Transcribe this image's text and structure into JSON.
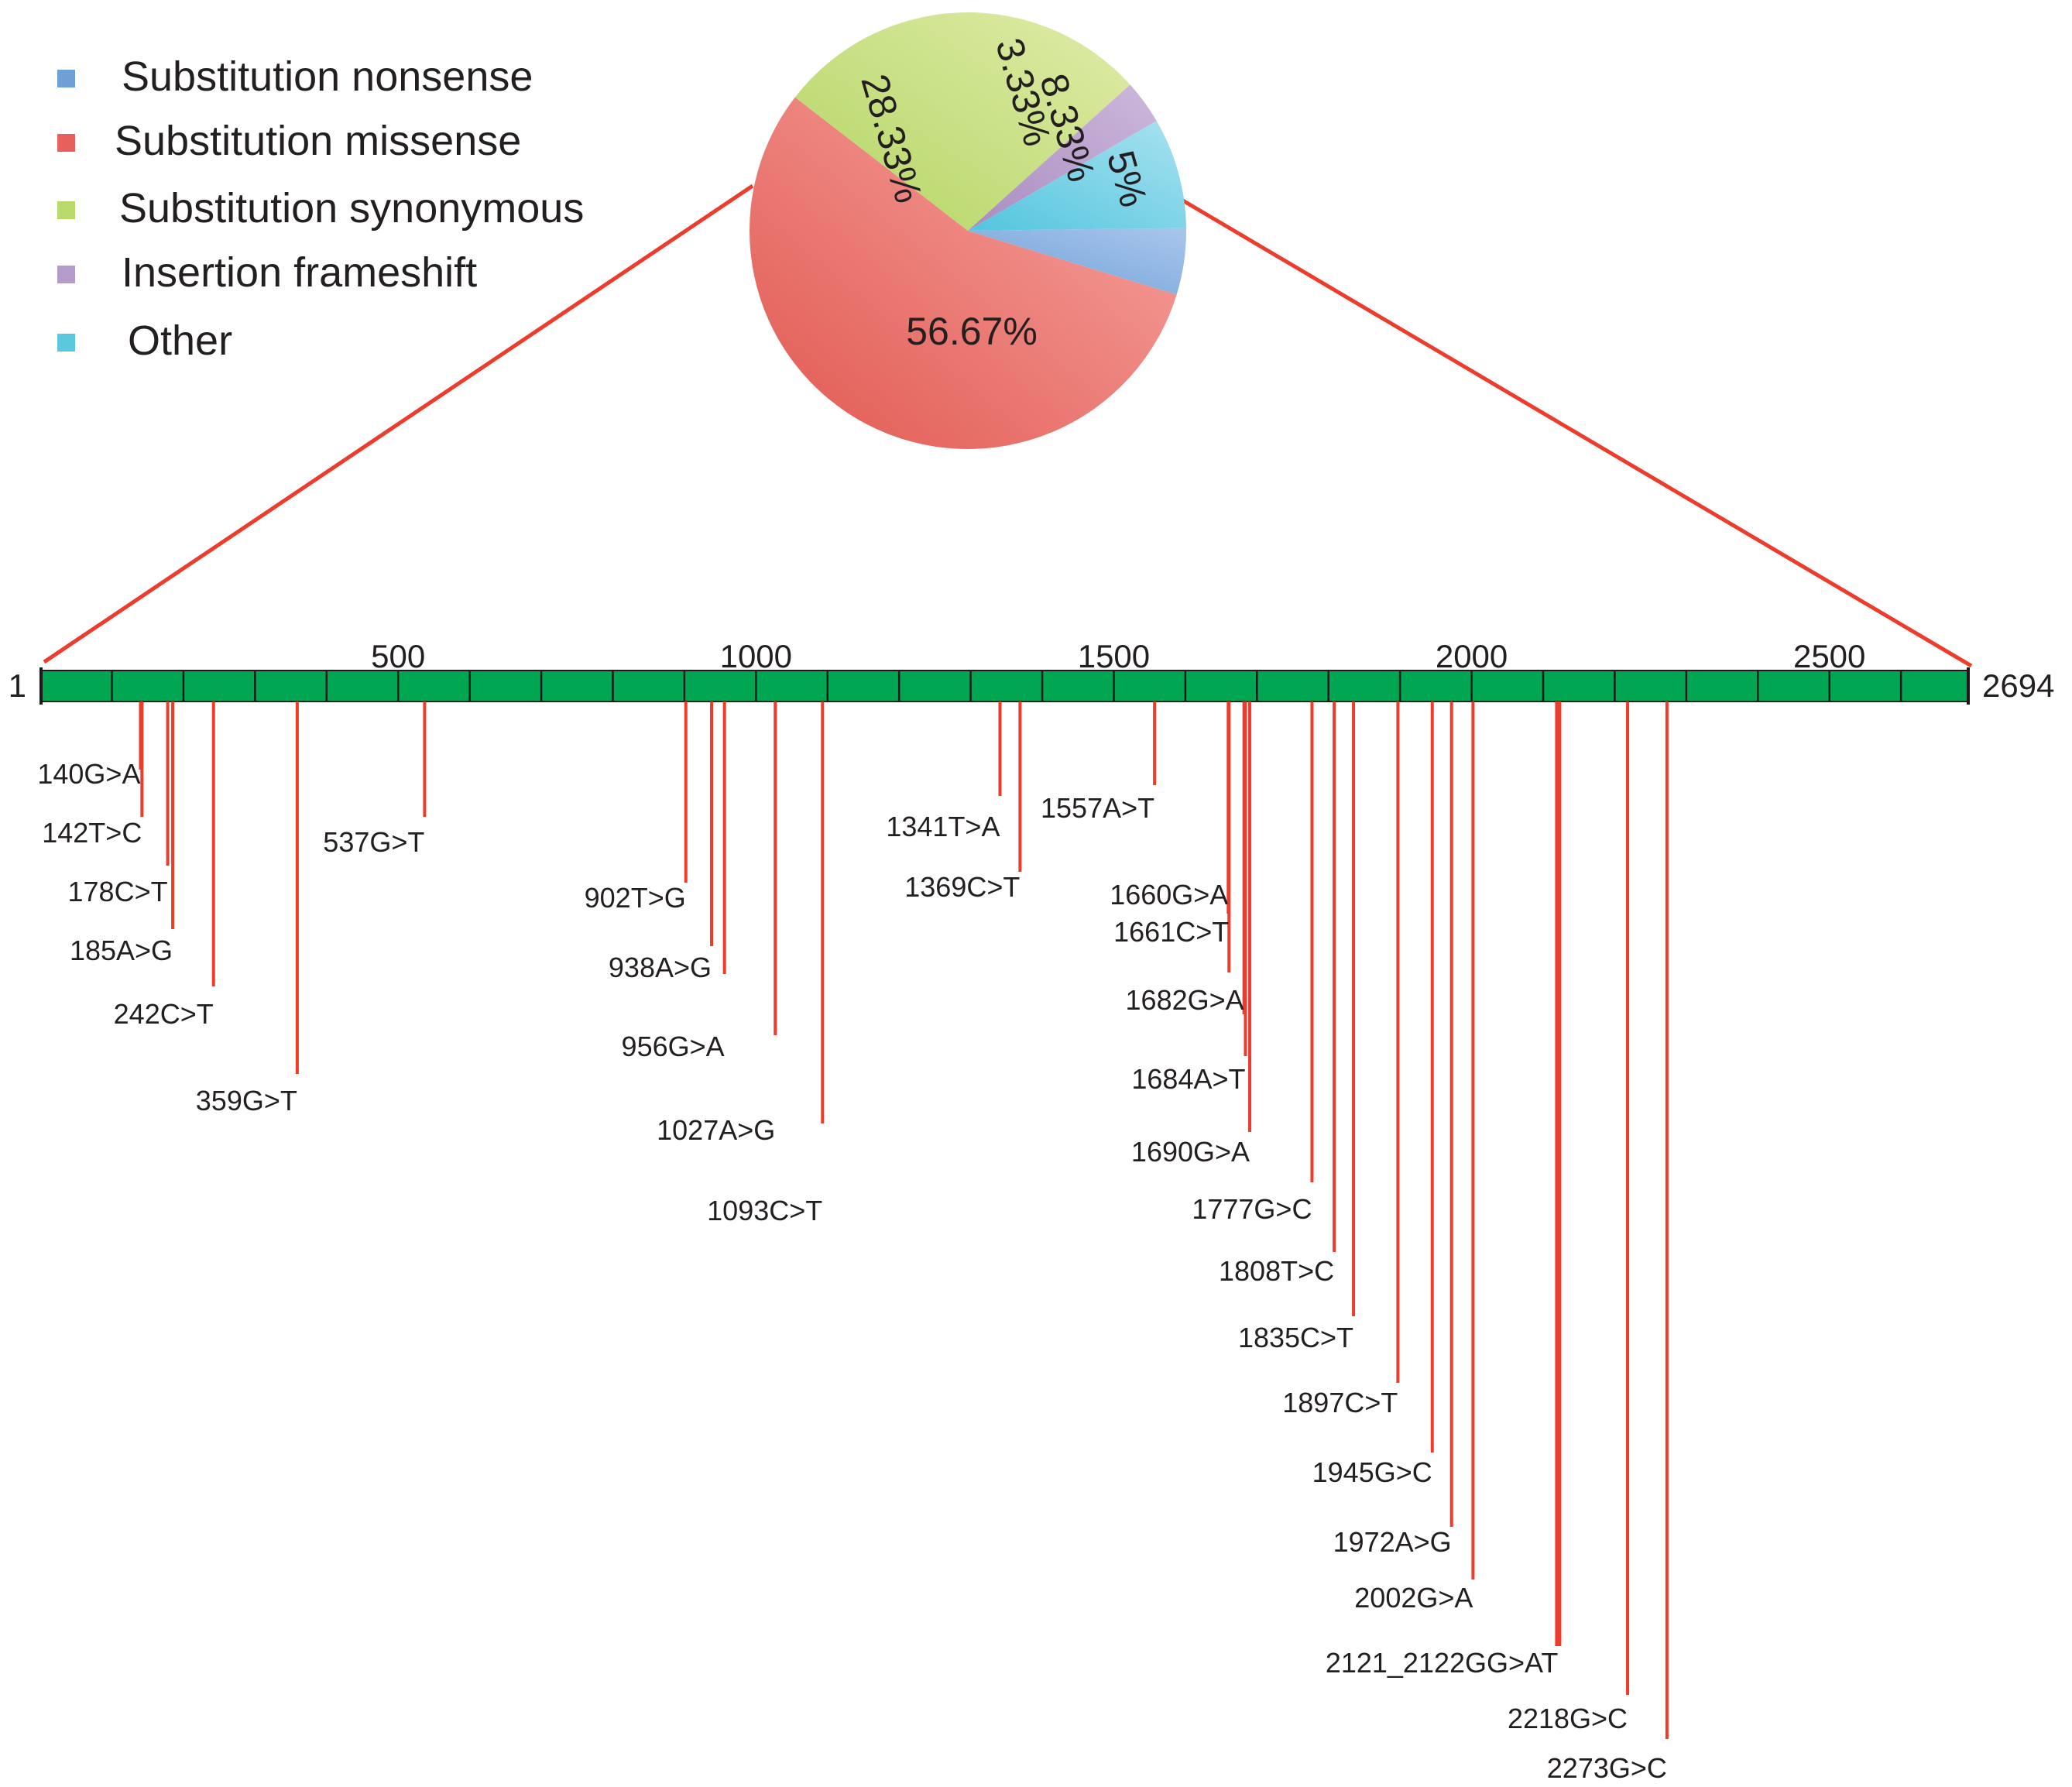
{
  "chart_data": [
    {
      "type": "pie",
      "legend": {
        "position": "top-left",
        "entries": [
          {
            "label": "Substitution nonsense",
            "color": "#6ea0d8"
          },
          {
            "label": "Substitution missense",
            "color": "#e8605c"
          },
          {
            "label": "Substitution synonymous",
            "color": "#b9d96a"
          },
          {
            "label": "Insertion frameshift",
            "color": "#b59bc9"
          },
          {
            "label": "Other",
            "color": "#5cc8e0"
          }
        ]
      },
      "slices": [
        {
          "category": "Substitution nonsense",
          "value": 5,
          "label": "5%",
          "color": "#6ea0d8",
          "color_light": "#a9c6ec"
        },
        {
          "category": "Substitution missense",
          "value": 56.67,
          "label": "56.67%",
          "color": "#e05850",
          "color_light": "#f8a8a4"
        },
        {
          "category": "Substitution synonymous",
          "value": 28.33,
          "label": "28.33%",
          "color": "#b2d561",
          "color_light": "#e0ecaa"
        },
        {
          "category": "Insertion frameshift",
          "value": 3.33,
          "label": "3.33%",
          "color": "#a98cc0",
          "color_light": "#cdb8dc"
        },
        {
          "category": "Other",
          "value": 8.33,
          "label": "8.33%",
          "color": "#52c5de",
          "color_light": "#a9e2f0"
        }
      ]
    },
    {
      "type": "lollipop",
      "axis": {
        "min": 1,
        "max": 2694,
        "start_label": "1",
        "end_label": "2694",
        "tick_step": 100,
        "labeled_ticks": [
          500,
          1000,
          1500,
          2000,
          2500
        ],
        "bar_color": "#00a651",
        "marker_color": "#ed3b2c"
      },
      "mutations": [
        {
          "position": 140,
          "label": "140G>A"
        },
        {
          "position": 142,
          "label": "142T>C"
        },
        {
          "position": 178,
          "label": "178C>T"
        },
        {
          "position": 185,
          "label": "185A>G"
        },
        {
          "position": 242,
          "label": "242C>T"
        },
        {
          "position": 359,
          "label": "359G>T"
        },
        {
          "position": 537,
          "label": "537G>T"
        },
        {
          "position": 902,
          "label": "902T>G"
        },
        {
          "position": 938,
          "label": "938A>G"
        },
        {
          "position": 956,
          "label": "956G>A"
        },
        {
          "position": 1027,
          "label": "1027A>G"
        },
        {
          "position": 1093,
          "label": "1093C>T"
        },
        {
          "position": 1341,
          "label": "1341T>A"
        },
        {
          "position": 1369,
          "label": "1369C>T"
        },
        {
          "position": 1557,
          "label": "1557A>T"
        },
        {
          "position": 1660,
          "label": "1660G>A"
        },
        {
          "position": 1661,
          "label": "1661C>T"
        },
        {
          "position": 1682,
          "label": "1682G>A"
        },
        {
          "position": 1684,
          "label": "1684A>T"
        },
        {
          "position": 1690,
          "label": "1690G>A"
        },
        {
          "position": 1777,
          "label": "1777G>C"
        },
        {
          "position": 1808,
          "label": "1808T>C"
        },
        {
          "position": 1835,
          "label": "1835C>T"
        },
        {
          "position": 1897,
          "label": "1897C>T"
        },
        {
          "position": 1945,
          "label": "1945G>C"
        },
        {
          "position": 1972,
          "label": "1972A>G"
        },
        {
          "position": 2002,
          "label": "2002G>A"
        },
        {
          "position": 2121,
          "label": "2121_2122GG>AT"
        },
        {
          "position": 2218,
          "label": "2218G>C"
        },
        {
          "position": 2273,
          "label": "2273G>C"
        }
      ]
    }
  ]
}
